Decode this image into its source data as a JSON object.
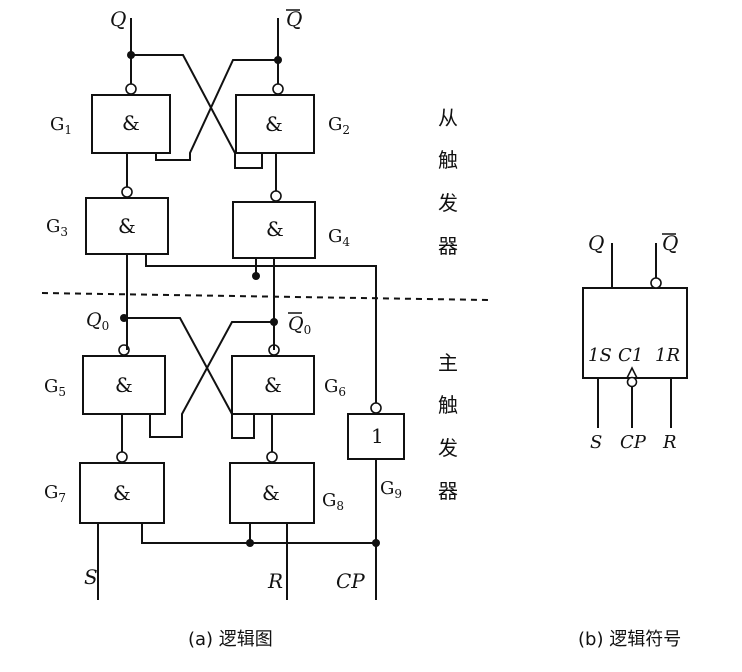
{
  "logic_diagram": {
    "gates": {
      "G1": {
        "name": "G",
        "sub": "1",
        "symbol": "&"
      },
      "G2": {
        "name": "G",
        "sub": "2",
        "symbol": "&"
      },
      "G3": {
        "name": "G",
        "sub": "3",
        "symbol": "&"
      },
      "G4": {
        "name": "G",
        "sub": "4",
        "symbol": "&"
      },
      "G5": {
        "name": "G",
        "sub": "5",
        "symbol": "&"
      },
      "G6": {
        "name": "G",
        "sub": "6",
        "symbol": "&"
      },
      "G7": {
        "name": "G",
        "sub": "7",
        "symbol": "&"
      },
      "G8": {
        "name": "G",
        "sub": "8",
        "symbol": "&"
      },
      "G9": {
        "name": "G",
        "sub": "9",
        "symbol": "1"
      }
    },
    "signals": {
      "Q": "Q",
      "Qbar": "Q",
      "Q0": "Q",
      "Q0_sub": "0",
      "Q0bar": "Q",
      "Q0bar_sub": "0",
      "S": "S",
      "R": "R",
      "CP": "CP"
    },
    "section_slave": [
      "从",
      "触",
      "发",
      "器"
    ],
    "section_master": [
      "主",
      "触",
      "发",
      "器"
    ],
    "caption": "(a) 逻辑图"
  },
  "logic_symbol": {
    "out_Q": "Q",
    "out_Qbar": "Q",
    "pin_1S": "1S",
    "pin_C1": "C1",
    "pin_1R": "1R",
    "in_S": "S",
    "in_CP": "CP",
    "in_R": "R",
    "caption": "(b) 逻辑符号"
  }
}
